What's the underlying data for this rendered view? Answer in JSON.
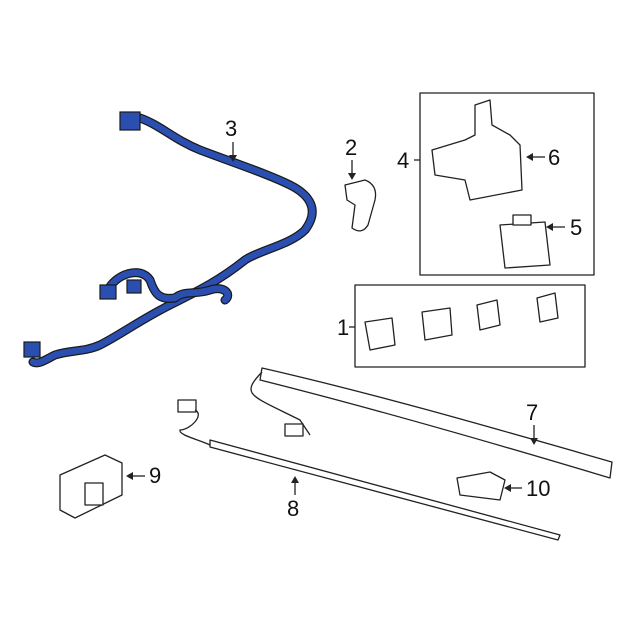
{
  "diagram": {
    "accent_color": "#2a4fb0",
    "callouts": [
      {
        "id": "1",
        "label": "1"
      },
      {
        "id": "2",
        "label": "2"
      },
      {
        "id": "3",
        "label": "3"
      },
      {
        "id": "4",
        "label": "4"
      },
      {
        "id": "5",
        "label": "5"
      },
      {
        "id": "6",
        "label": "6"
      },
      {
        "id": "7",
        "label": "7"
      },
      {
        "id": "8",
        "label": "8"
      },
      {
        "id": "9",
        "label": "9"
      },
      {
        "id": "10",
        "label": "10"
      }
    ]
  }
}
